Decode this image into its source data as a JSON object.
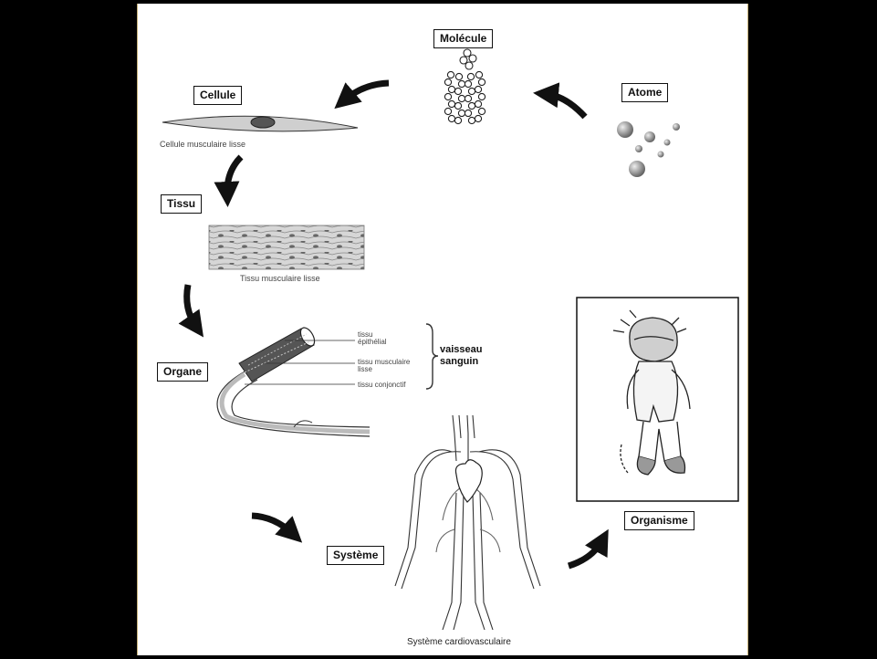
{
  "levels": {
    "molecule": "Molécule",
    "atome": "Atome",
    "cellule": "Cellule",
    "tissu": "Tissu",
    "organe": "Organe",
    "systeme": "Système",
    "organisme": "Organisme"
  },
  "captions": {
    "cellule": "Cellule musculaire lisse",
    "tissu": "Tissu musculaire lisse",
    "systeme": "Système cardiovasculaire"
  },
  "organ_labels": {
    "epithelial_1": "tissu",
    "epithelial_2": "épithélial",
    "muscular_1": "tissu musculaire",
    "muscular_2": "lisse",
    "conjonctif": "tissu conjonctif",
    "vessel_1": "vaisseau",
    "vessel_2": "sanguin"
  }
}
